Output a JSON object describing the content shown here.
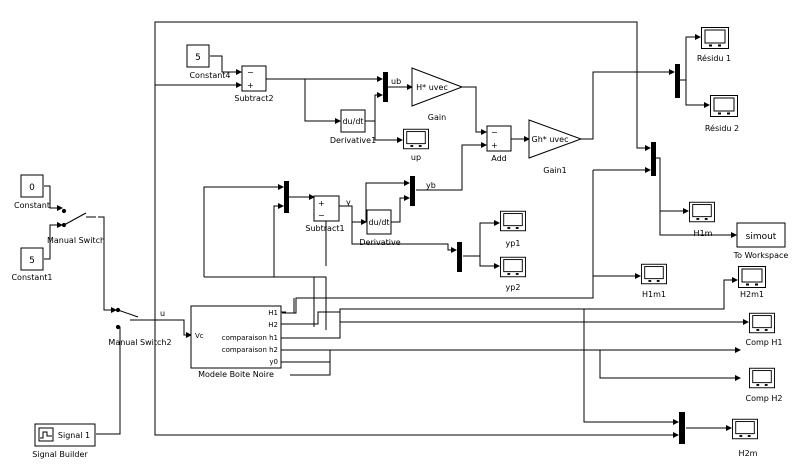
{
  "blocks": {
    "constant": {
      "label": "Constant",
      "value": "0"
    },
    "constant1": {
      "label": "Constant1",
      "value": "5"
    },
    "constant4": {
      "label": "Constant4",
      "value": "5"
    },
    "manual_switch": {
      "label": "Manual Switch"
    },
    "manual_switch2": {
      "label": "Manual Switch2"
    },
    "signal_builder": {
      "label": "Signal Builder",
      "text": "Signal 1"
    },
    "subtract2": {
      "label": "Subtract2",
      "minus": "−",
      "plus": "+"
    },
    "subtract1": {
      "label": "Subtract1",
      "plus": "+",
      "minus": "−"
    },
    "derivative": {
      "label": "Derivative",
      "text": "du/dt"
    },
    "derivative1": {
      "label": "Derivative1",
      "text": "du/dt"
    },
    "gain": {
      "label": "Gain",
      "text": "H* uvec"
    },
    "gain1": {
      "label": "Gain1",
      "text": "Gh* uvec"
    },
    "add": {
      "label": "Add",
      "minus": "−",
      "plus": "+"
    },
    "to_workspace": {
      "label": "To Workspace",
      "text": "simout"
    },
    "black_box": {
      "label": "Modele Boite Noire",
      "input": "Vc",
      "outputs": [
        "H1",
        "H2",
        "comparaison h1",
        "comparaison h2",
        "y0"
      ]
    },
    "scopes": {
      "residu1": "Résidu 1",
      "residu2": "Résidu 2",
      "up": "up",
      "yp1": "yp1",
      "yp2": "yp2",
      "h1m": "H1m",
      "h1m1": "H1m1",
      "h2m1": "H2m1",
      "comp_h1": "Comp H1",
      "comp_h2": "Comp H2",
      "h2m": "H2m"
    }
  },
  "signals": {
    "ub": "ub",
    "u": "u",
    "y": "y",
    "yb": "yb"
  }
}
